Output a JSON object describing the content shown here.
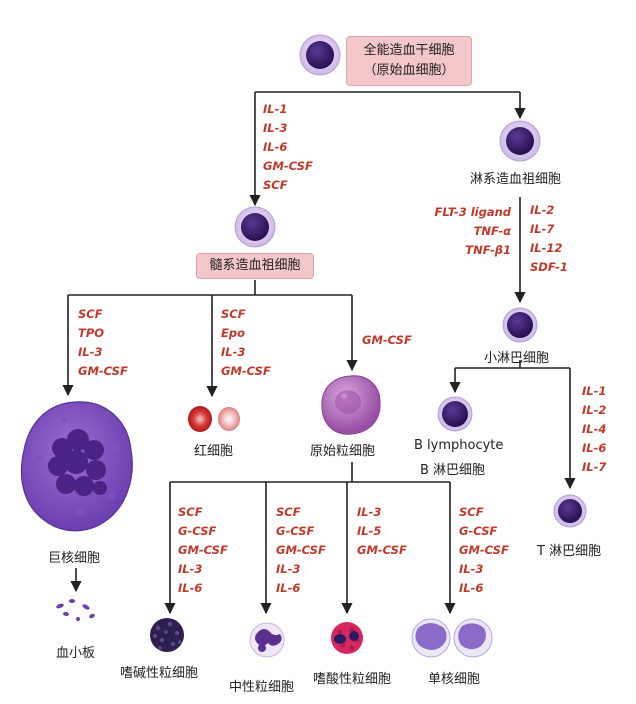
{
  "hsc": {
    "name": "全能造血干细胞",
    "alt": "（原始血细胞）"
  },
  "lymphoid_progenitor": {
    "name": "淋系造血祖细胞"
  },
  "myeloid_progenitor": {
    "name": "髓系造血祖细胞"
  },
  "small_lymphocyte": {
    "name": "小淋巴细胞"
  },
  "b_cell": {
    "name_en": "B lymphocyte",
    "name": "B 淋巴细胞"
  },
  "t_cell": {
    "name": "T 淋巴细胞"
  },
  "megakaryocyte": {
    "name": "巨核细胞"
  },
  "platelet": {
    "name": "血小板"
  },
  "erythrocyte": {
    "name": "红细胞"
  },
  "myeloblast": {
    "name": "原始粒细胞"
  },
  "basophil": {
    "name": "嗜碱性粒细胞"
  },
  "neutrophil": {
    "name": "中性粒细胞"
  },
  "eosinophil": {
    "name": "嗜酸性粒细胞"
  },
  "monocyte": {
    "name": "单核细胞"
  },
  "factors": {
    "hsc_to_myeloid": [
      "IL-1",
      "IL-3",
      "IL-6",
      "GM-CSF",
      "SCF"
    ],
    "lymphoid_left": [
      "FLT-3 ligand",
      "TNF-α",
      "TNF-β1"
    ],
    "lymphoid_right": [
      "IL-2",
      "IL-7",
      "IL-12",
      "SDF-1"
    ],
    "to_megakaryocyte": [
      "SCF",
      "TPO",
      "IL-3",
      "GM-CSF"
    ],
    "to_erythrocyte": [
      "SCF",
      "Epo",
      "IL-3",
      "GM-CSF"
    ],
    "to_myeloblast": [
      "GM-CSF"
    ],
    "to_t_cell": [
      "IL-1",
      "IL-2",
      "IL-4",
      "IL-6",
      "IL-7"
    ],
    "to_basophil": [
      "SCF",
      "G-CSF",
      "GM-CSF",
      "IL-3",
      "IL-6"
    ],
    "to_neutrophil": [
      "SCF",
      "G-CSF",
      "GM-CSF",
      "IL-3",
      "IL-6"
    ],
    "to_eosinophil": [
      "IL-3",
      "IL-5",
      "GM-CSF"
    ],
    "to_monocyte": [
      "SCF",
      "G-CSF",
      "GM-CSF",
      "IL-3",
      "IL-6"
    ]
  },
  "colors": {
    "factor_text": "#c0392b",
    "label_highlight": "#f3c6c9",
    "cell_nucleus": "#3b1f6e",
    "cell_cytoplasm": "#d8c8ec",
    "arrow": "#222222"
  }
}
